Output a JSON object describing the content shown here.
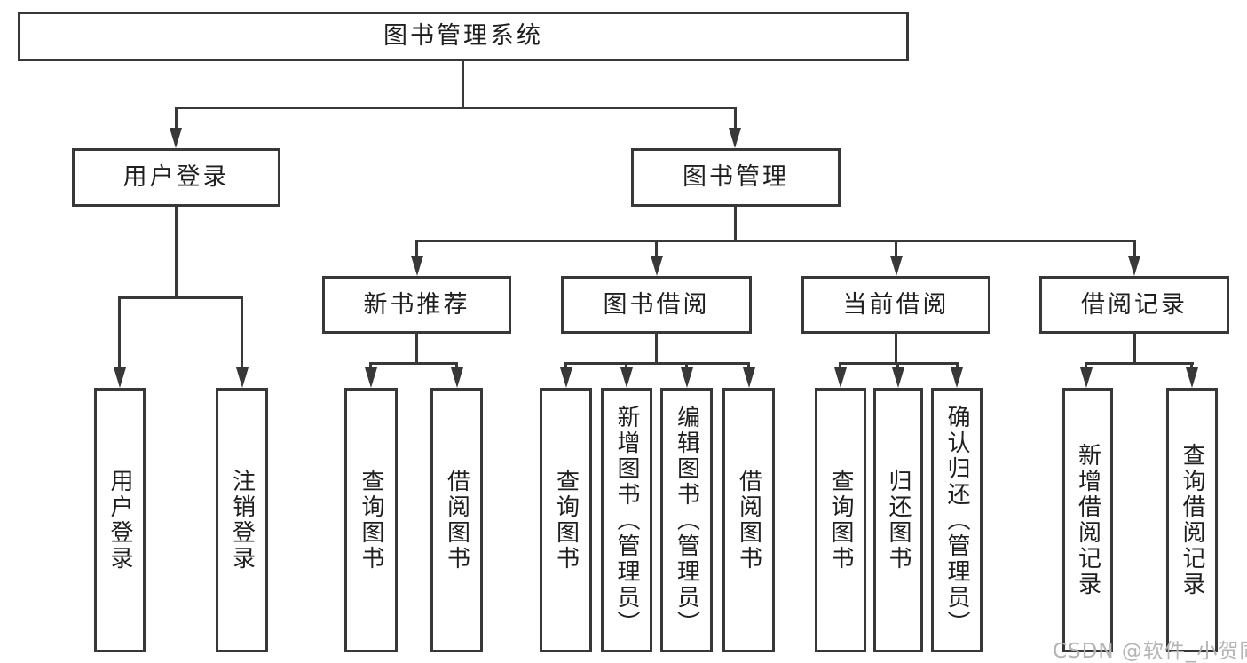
{
  "diagram": {
    "root": {
      "label": "图书管理系统"
    },
    "branches": [
      {
        "label": "用户登录",
        "children": [
          {
            "label": "用户登录"
          },
          {
            "label": "注销登录"
          }
        ]
      },
      {
        "label": "图书管理",
        "groups": [
          {
            "label": "新书推荐",
            "children": [
              {
                "label": "查询图书"
              },
              {
                "label": "借阅图书"
              }
            ]
          },
          {
            "label": "图书借阅",
            "children": [
              {
                "label": "查询图书"
              },
              {
                "label": "新增图书（管理员）"
              },
              {
                "label": "编辑图书（管理员）"
              },
              {
                "label": "借阅图书"
              }
            ]
          },
          {
            "label": "当前借阅",
            "children": [
              {
                "label": "查询图书"
              },
              {
                "label": "归还图书"
              },
              {
                "label": "确认归还（管理员）"
              }
            ]
          },
          {
            "label": "借阅记录",
            "children": [
              {
                "label": "新增借阅记录"
              },
              {
                "label": "查询借阅记录"
              }
            ]
          }
        ]
      }
    ]
  },
  "watermark": {
    "text": "CSDN @软件_小贺同学"
  },
  "colors": {
    "line": "#383838",
    "text": "#1f1f1f",
    "watermark": "#b4b4b4",
    "background": "#ffffff"
  }
}
